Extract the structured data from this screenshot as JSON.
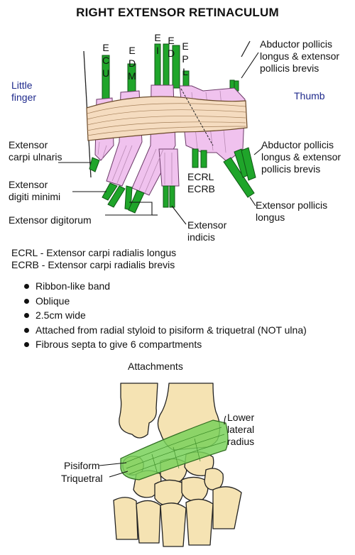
{
  "title": "RIGHT EXTENSOR RETINACULUM",
  "side_labels": {
    "left": "Little\nfinger",
    "right": "Thumb"
  },
  "tendon_letters": {
    "ecu": "E\nC\nU",
    "edm": "E\nD\nM",
    "ei": "E\nI",
    "ed": "E\nD",
    "epl": "E\nP\nL"
  },
  "labels": {
    "apl_top": "Abductor pollicis\nlongus & extensor\npollicis brevis",
    "ecu": "Extensor\ncarpi ulnaris",
    "edm": "Extensor\ndigiti minimi",
    "ed": "Extensor digitorum",
    "ei": "Extensor\nindicis",
    "ecrl_ecrb": "ECRL\nECRB",
    "apl_bottom": "Abductor pollicis\nlongus & extensor\npollicis brevis",
    "epl": "Extensor pollicis\nlongus"
  },
  "legend": [
    "ECRL - Extensor carpi radialis longus",
    "ECRB - Extensor carpi radialis brevis"
  ],
  "bullets": [
    "Ribbon-like band",
    "Oblique",
    "2.5cm wide",
    "Attached from radial styloid to pisiform & triquetral (NOT ulna)",
    "Fibrous septa to give 6 compartments"
  ],
  "attachments": {
    "heading": "Attachments",
    "lower_lateral_radius": "Lower\nlateral\nradius",
    "pisiform": "Pisiform",
    "triquetral": "Triquetral"
  },
  "colors": {
    "tendon_green": "#1fa52a",
    "sheath_pink": "#f0c2ee",
    "band_tan": "#f5dcc0",
    "bone": "#f5e3b3",
    "retinaculum_green": "#79d15a",
    "label_blue": "#1f2a8c"
  }
}
